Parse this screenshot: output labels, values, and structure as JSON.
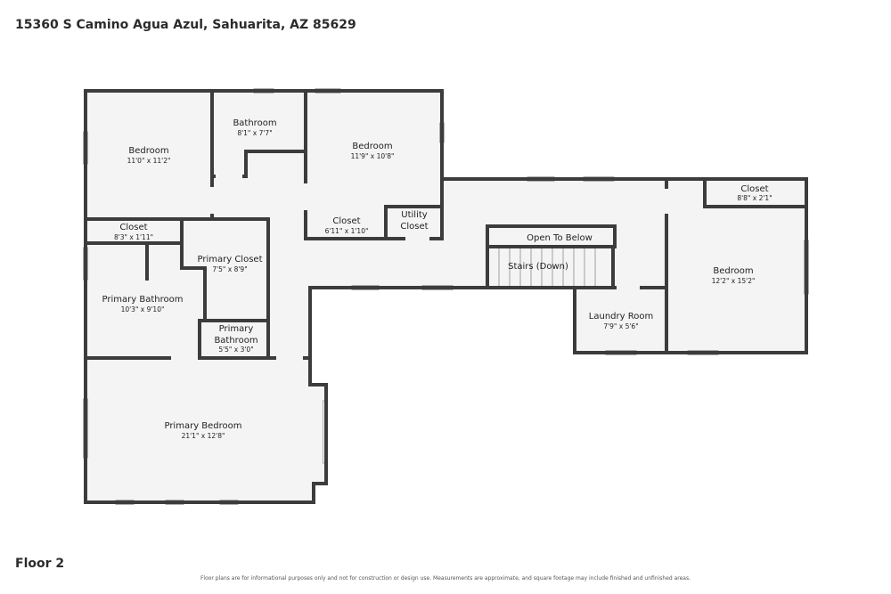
{
  "address": "15360 S Camino Agua Azul, Sahuarita, AZ 85629",
  "floor_label": "Floor 2",
  "disclaimer": "Floor plans are for informational purposes only and not for construction or design use. Measurements are approximate, and square footage may include finished and unfinished areas.",
  "rooms": {
    "bedroom_nw": {
      "name": "Bedroom",
      "dims": "11'0\" x 11'2\""
    },
    "bathroom": {
      "name": "Bathroom",
      "dims": "8'1\" x 7'7\""
    },
    "bedroom_n": {
      "name": "Bedroom",
      "dims": "11'9\" x 10'8\""
    },
    "closet_w": {
      "name": "Closet",
      "dims": "8'3\" x 1'11\""
    },
    "closet_n": {
      "name": "Closet",
      "dims": "6'11\" x 1'10\""
    },
    "utility_closet": {
      "name_line1": "Utility",
      "name_line2": "Closet"
    },
    "closet_e": {
      "name": "Closet",
      "dims": "8'8\" x 2'1\""
    },
    "open_to_below": {
      "name": "Open To Below"
    },
    "stairs": {
      "name": "Stairs (Down)"
    },
    "bedroom_e": {
      "name": "Bedroom",
      "dims": "12'2\" x 15'2\""
    },
    "primary_closet": {
      "name": "Primary Closet",
      "dims": "7'5\" x 8'9\""
    },
    "primary_bathroom": {
      "name": "Primary Bathroom",
      "dims": "10'3\" x 9'10\""
    },
    "primary_bathroom_small": {
      "name_line1": "Primary",
      "name_line2": "Bathroom",
      "dims": "5'5\" x 3'0\""
    },
    "laundry_room": {
      "name": "Laundry Room",
      "dims": "7'9\" x 5'6\""
    },
    "primary_bedroom": {
      "name": "Primary Bedroom",
      "dims": "21'1\" x 12'8\""
    }
  },
  "colors": {
    "wall": "#3c3c3c",
    "floor": "#f4f4f4",
    "text": "#222222"
  }
}
